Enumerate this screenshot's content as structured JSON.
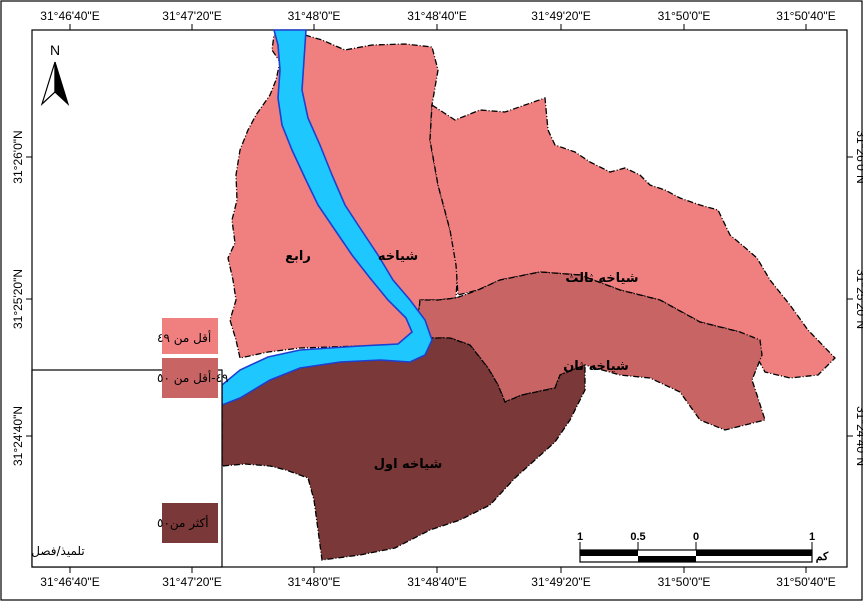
{
  "map": {
    "top_coords": [
      "31°46'40\"E",
      "31°47'20\"E",
      "31°48'0\"E",
      "31°48'40\"E",
      "31°49'20\"E",
      "31°50'0\"E",
      "31°50'40\"E"
    ],
    "bottom_coords": [
      "31°46'40\"E",
      "31°47'20\"E",
      "31°48'0\"E",
      "31°48'40\"E",
      "31°49'20\"E",
      "31°50'0\"E",
      "31°50'40\"E"
    ],
    "left_coords": [
      "31°26'0\"N",
      "31°25'20\"N",
      "31°24'40\"N"
    ],
    "right_coords": [
      "31°26'0\"N",
      "31°25'20\"N",
      "31°24'40\"N"
    ],
    "north_label": "N",
    "districts": {
      "fourth_a": "رابع",
      "fourth_b": "شياخه",
      "third": "شياخه ثالث",
      "second": "شياخه ثان",
      "first": "شياخه اول"
    },
    "colors": {
      "low": "#f08080",
      "mid": "#c86464",
      "high": "#7a3838",
      "river": "#1ec8ff",
      "river_edge": "#1f3fd0"
    }
  },
  "legend": {
    "items": [
      {
        "label": "أقل من ٤٩",
        "color": "#f08080"
      },
      {
        "label": "٤٩-أقل من ٥٠",
        "color": "#c86464"
      },
      {
        "label": "أكثر من٥٠",
        "color": "#7a3838"
      }
    ],
    "unit": "تلميذ/فصل"
  },
  "scale_bar": {
    "ticks": [
      "1",
      "0.5",
      "0",
      "1"
    ],
    "unit": "كم"
  }
}
